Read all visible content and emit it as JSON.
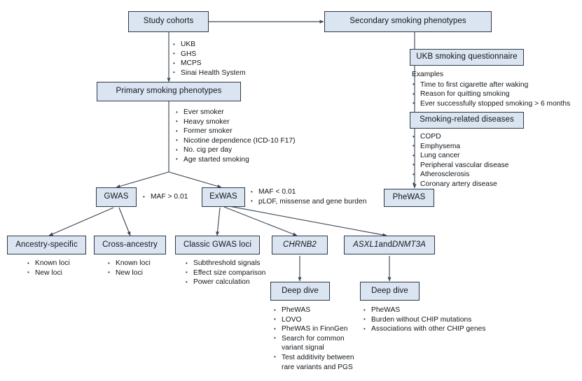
{
  "diagram": {
    "title": "Smoking genetics study design flowchart",
    "colors": {
      "node_fill": "#dbe5f1",
      "node_border": "#2b3a45",
      "edge": "#3c4a57",
      "text": "#10151a",
      "background": "#ffffff"
    },
    "nodes": {
      "study_cohorts": "Study cohorts",
      "secondary_smoking_phenotypes": "Secondary smoking phenotypes",
      "primary_smoking_phenotypes": "Primary smoking phenotypes",
      "ukb_smoking_questionnaire": "UKB smoking questionnaire",
      "smoking_related_diseases": "Smoking-related diseases",
      "phewas": "PheWAS",
      "gwas": "GWAS",
      "exwas": "ExWAS",
      "ancestry_specific": "Ancestry-specific",
      "cross_ancestry": "Cross-ancestry",
      "classic_gwas_loci": "Classic GWAS loci",
      "chrnb2": "CHRNB2",
      "asxl1_dnmt3a_gene1": "ASXL1",
      "asxl1_dnmt3a_joiner": " and ",
      "asxl1_dnmt3a_gene2": "DNMT3A",
      "deep_dive_chrnb2": "Deep dive",
      "deep_dive_asxl1": "Deep dive"
    },
    "lists": {
      "cohorts": [
        "UKB",
        "GHS",
        "MCPS",
        "Sinai Health System"
      ],
      "primary_phenotypes": [
        "Ever smoker",
        "Heavy smoker",
        "Former smoker",
        "Nicotine dependence (ICD-10 F17)",
        "No. cig per day",
        "Age started smoking"
      ],
      "questionnaire_header": "Examples",
      "questionnaire_examples": [
        "Time to first cigarette after waking",
        "Reason for quitting smoking",
        "Ever successfully stopped smoking > 6 months"
      ],
      "smoking_diseases": [
        "COPD",
        "Emphysema",
        "Lung cancer",
        "Peripheral vascular disease",
        "Atherosclerosis",
        "Coronary artery disease"
      ],
      "gwas_criteria": [
        "MAF > 0.01"
      ],
      "exwas_criteria": [
        "MAF < 0.01",
        "pLOF, missense and gene burden"
      ],
      "ancestry_specific_items": [
        "Known loci",
        "New loci"
      ],
      "cross_ancestry_items": [
        "Known loci",
        "New loci"
      ],
      "classic_gwas_items": [
        "Subthreshold signals",
        "Effect size comparison",
        "Power calculation"
      ],
      "deep_dive_chrnb2_items": [
        "PheWAS",
        "LOVO",
        "PheWAS in FinnGen",
        "Search for common variant signal",
        "Test additivity between rare variants and PGS"
      ],
      "deep_dive_asxl1_items": [
        "PheWAS",
        "Burden without CHIP mutations",
        "Associations with other CHIP genes"
      ]
    }
  }
}
